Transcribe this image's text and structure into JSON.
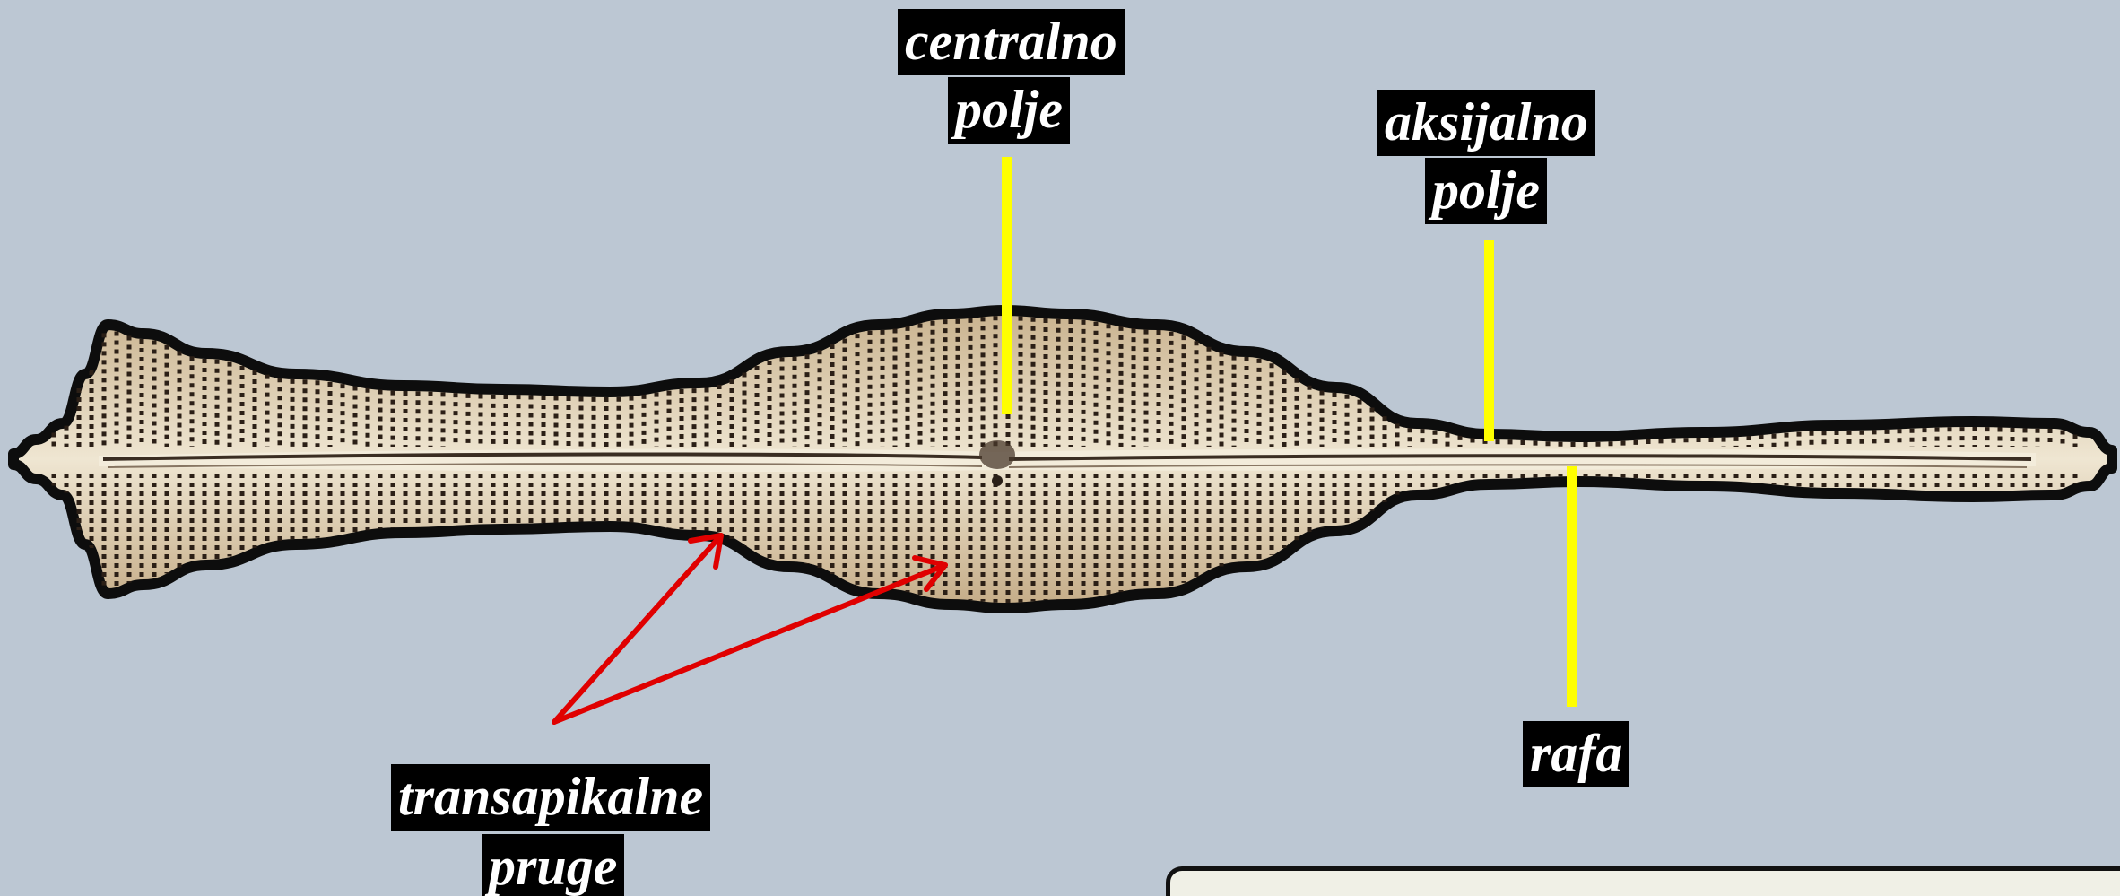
{
  "labels": {
    "central_field_line1": "centralno",
    "central_field_line2": "polje",
    "axial_field_line1": "aksijalno",
    "axial_field_line2": "polje",
    "raphe": "rafa",
    "striae_line1": "transapikalne",
    "striae_line2": "pruge"
  },
  "colors": {
    "background": "#bcc7d3",
    "valve_fill": "#d8c6a6",
    "valve_outline": "#0d0d0d",
    "raphe_line": "#3a2d22",
    "pointer_yellow": "#ffff00",
    "pointer_red": "#e00000",
    "label_bg": "#000000",
    "label_text": "#ffffff"
  }
}
